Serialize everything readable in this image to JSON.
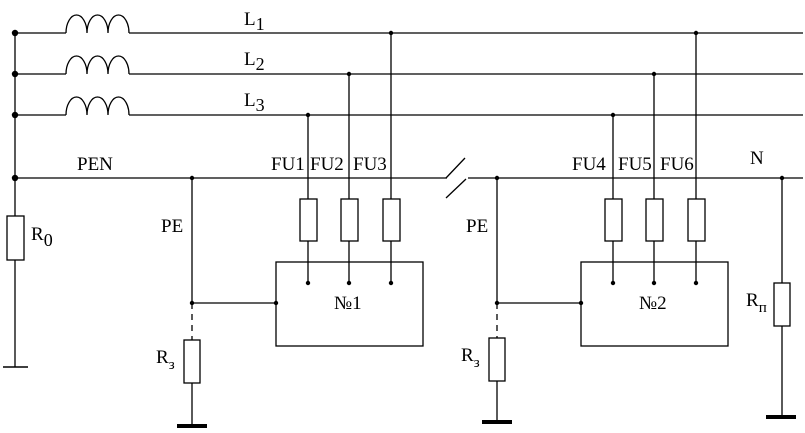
{
  "phases": [
    {
      "letter": "L",
      "sub": "1"
    },
    {
      "letter": "L",
      "sub": "2"
    },
    {
      "letter": "L",
      "sub": "3"
    }
  ],
  "labels": {
    "pen": "PEN",
    "n": "N",
    "pe_left": "PE",
    "pe_right": "PE",
    "fuses_left": [
      "FU1",
      "FU2",
      "FU3"
    ],
    "fuses_right": [
      "FU4",
      "FU5",
      "FU6"
    ],
    "unit_1": "№1",
    "unit_2": "№2"
  },
  "resistors": {
    "r0": {
      "letter": "R",
      "sub": "0"
    },
    "rz_left": {
      "letter": "R",
      "sub": "з"
    },
    "rz_right": {
      "letter": "R",
      "sub": "з"
    },
    "rp": {
      "letter": "R",
      "sub": "п"
    }
  }
}
